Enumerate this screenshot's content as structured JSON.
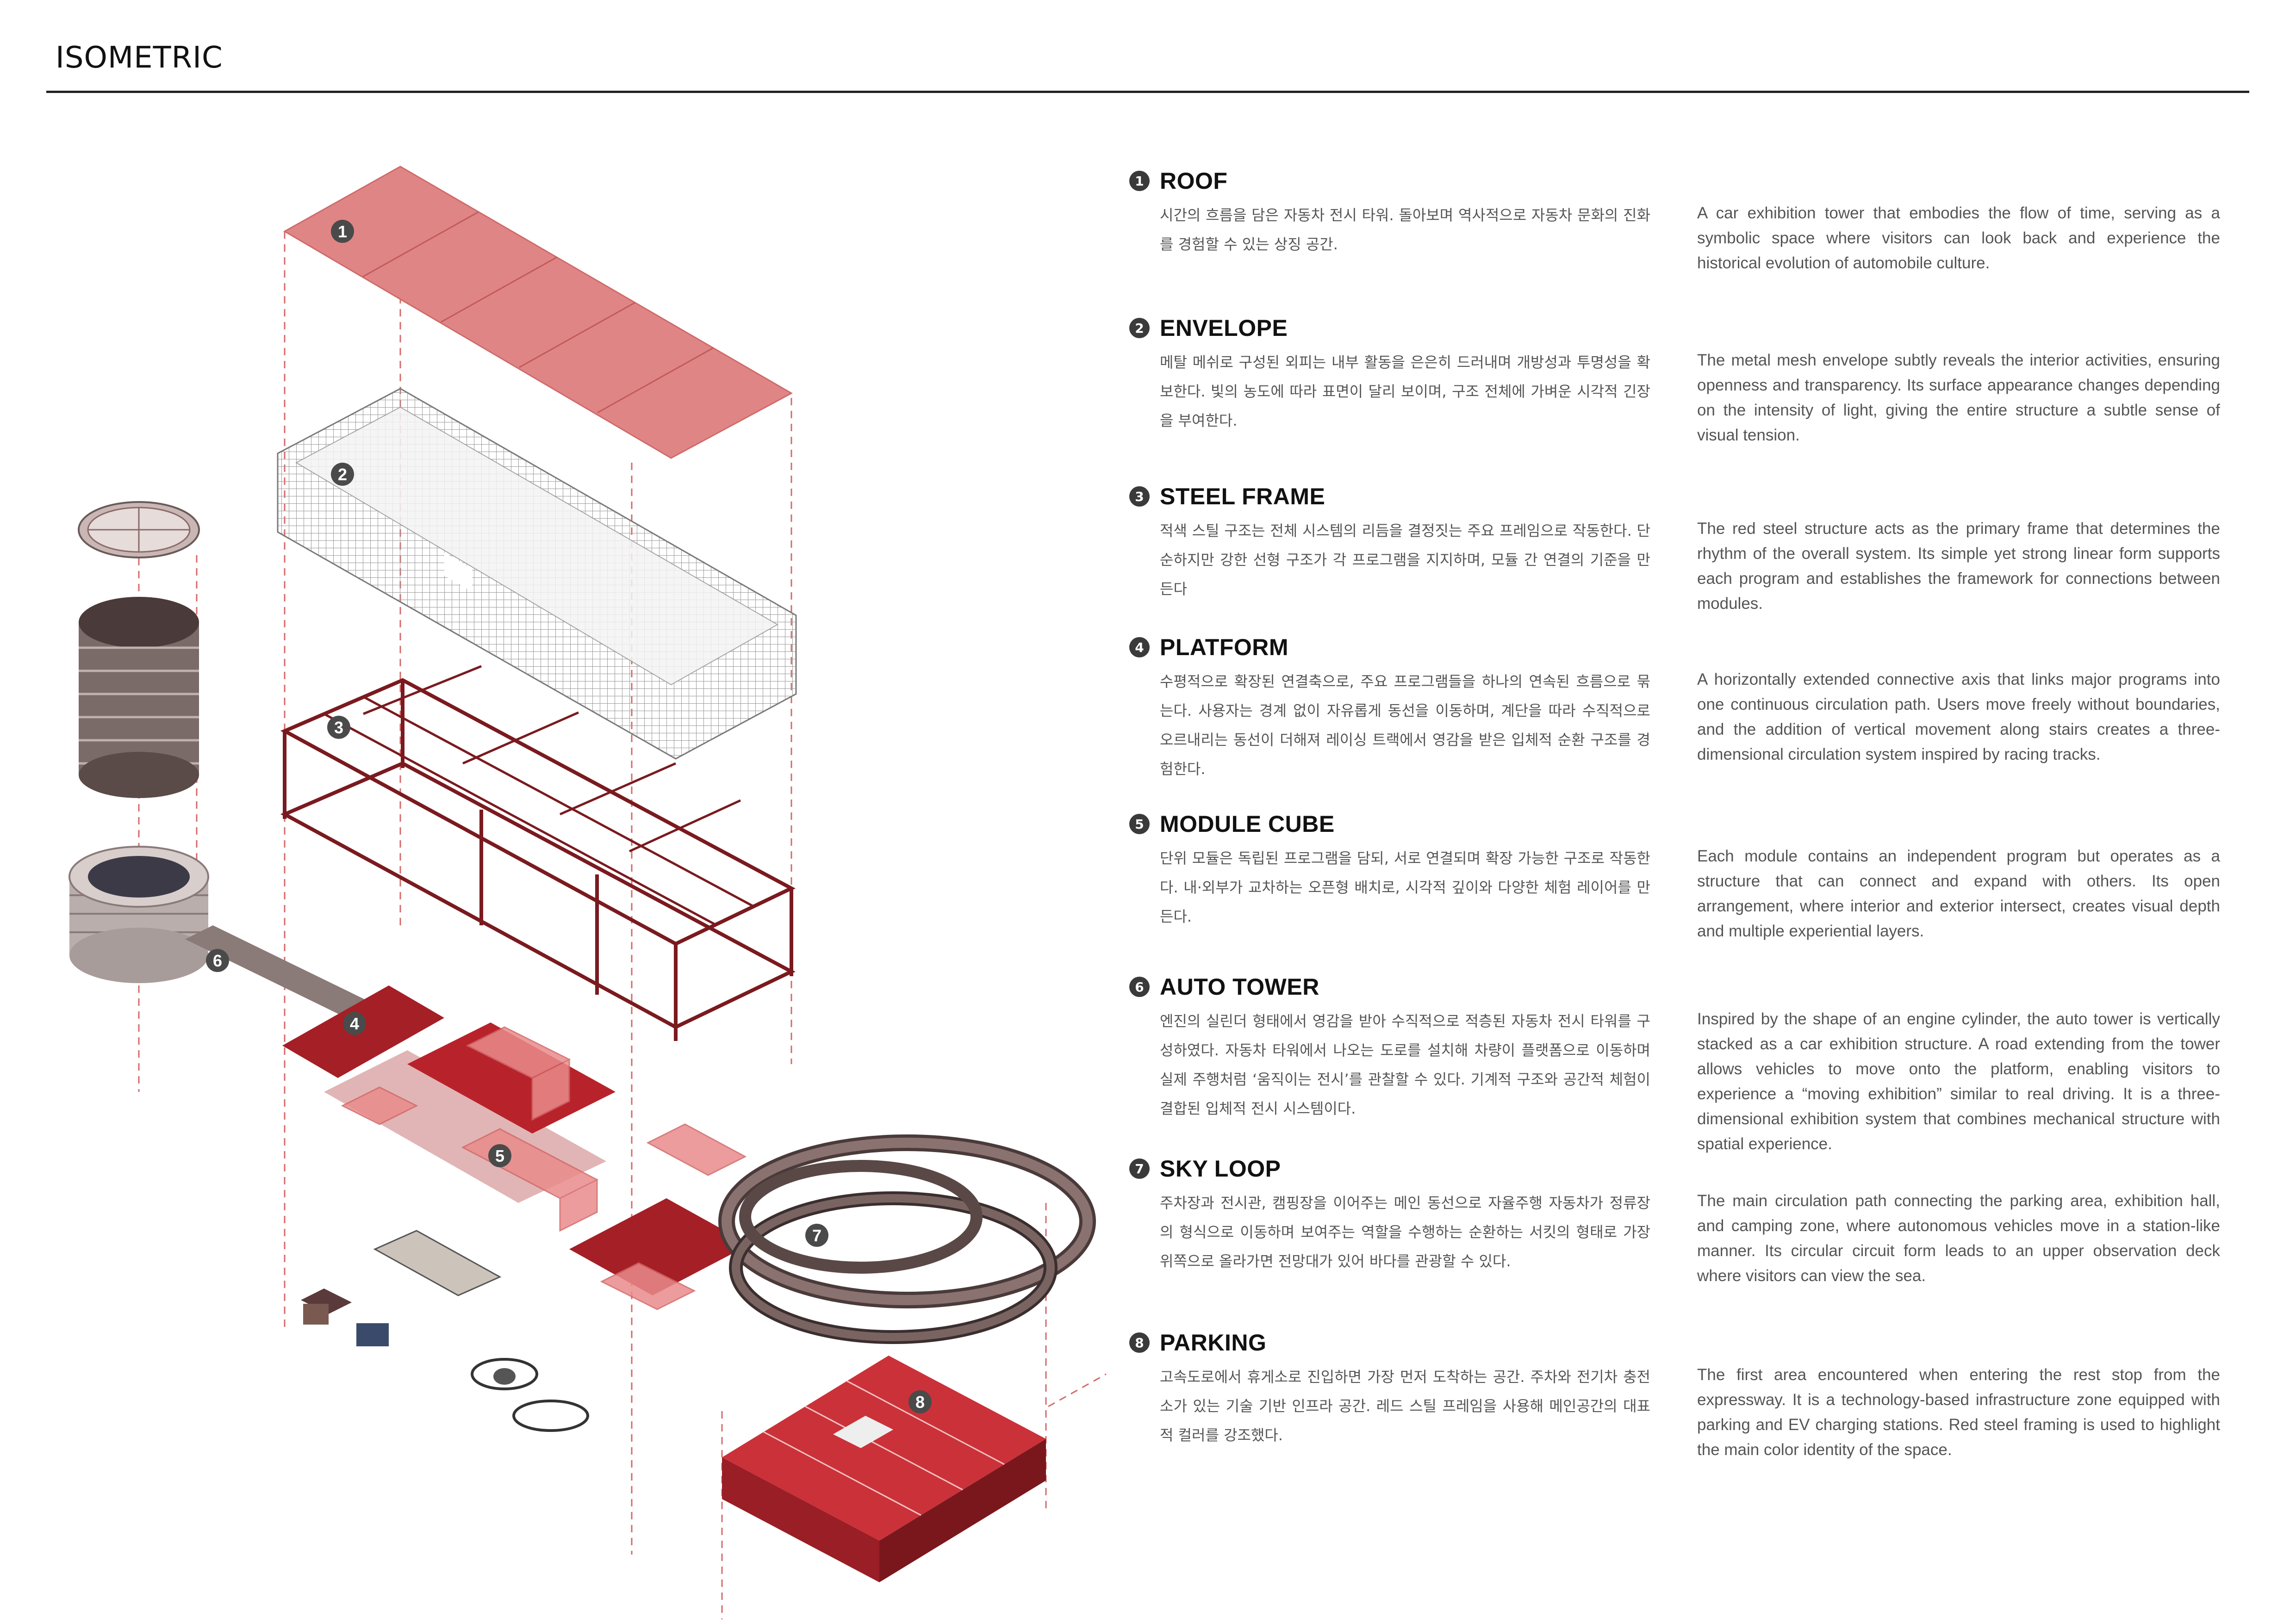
{
  "page": {
    "title": "ISOMETRIC"
  },
  "diagram": {
    "markers": [
      "1",
      "2",
      "3",
      "4",
      "5",
      "6",
      "7",
      "8"
    ],
    "colors": {
      "accent": "#c8262e",
      "roof": "#e08585",
      "frame": "#7a1a1f",
      "loop": "#6e5a58",
      "marker": "#4a4a4a"
    }
  },
  "sections": [
    {
      "num": "1",
      "title": "ROOF",
      "ko": "시간의 흐름을 담은 자동차 전시 타워. 돌아보며 역사적으로 자동차 문화의 진화를 경험할 수 있는 상징 공간.",
      "en": "A car exhibition tower that embodies the flow of time, serving as a symbolic space where visitors can look back and experience the historical evolution of automobile culture."
    },
    {
      "num": "2",
      "title": "ENVELOPE",
      "ko": "메탈 메쉬로 구성된 외피는 내부 활동을 은은히 드러내며 개방성과 투명성을 확보한다. 빛의 농도에 따라 표면이 달리 보이며, 구조 전체에 가벼운 시각적 긴장을 부여한다.",
      "en": "The metal mesh envelope subtly reveals the interior activities, ensuring openness and transparency. Its surface appearance changes depending on the intensity of light, giving the entire structure a subtle sense of visual tension."
    },
    {
      "num": "3",
      "title": "STEEL FRAME",
      "ko": "적색 스틸 구조는 전체 시스템의 리듬을 결정짓는 주요 프레임으로 작동한다. 단순하지만 강한 선형 구조가 각 프로그램을 지지하며, 모듈 간 연결의 기준을 만든다",
      "en": "The red steel structure acts as the primary frame that determines the rhythm of the overall system. Its simple yet strong linear form supports each program and establishes the framework for connections between modules."
    },
    {
      "num": "4",
      "title": "PLATFORM",
      "ko": "수평적으로 확장된 연결축으로, 주요 프로그램들을 하나의 연속된 흐름으로 묶는다. 사용자는 경계 없이 자유롭게 동선을 이동하며, 계단을 따라 수직적으로 오르내리는 동선이 더해져 레이싱 트랙에서 영감을 받은 입체적 순환 구조를 경험한다.",
      "en": "A horizontally extended connective axis that links major programs into one continuous circulation path. Users move freely without boundaries, and the addition of vertical movement along stairs creates a three-dimensional circulation system inspired by racing tracks."
    },
    {
      "num": "5",
      "title": "MODULE CUBE",
      "ko": "단위 모듈은 독립된 프로그램을 담되, 서로 연결되며 확장 가능한 구조로 작동한다. 내·외부가 교차하는 오픈형 배치로, 시각적 깊이와 다양한 체험 레이어를 만든다.",
      "en": "Each module contains an independent program but operates as a structure that can connect and expand with others. Its open arrangement, where interior and exterior intersect, creates visual depth and multiple experiential layers."
    },
    {
      "num": "6",
      "title": "AUTO TOWER",
      "ko": "엔진의 실린더 형태에서 영감을 받아 수직적으로 적층된 자동차 전시 타워를 구성하였다. 자동차 타워에서 나오는 도로를 설치해 차량이 플랫폼으로 이동하며 실제 주행처럼 ‘움직이는 전시’를 관찰할 수 있다. 기계적 구조와 공간적 체험이 결합된 입체적 전시 시스템이다.",
      "en": "Inspired by the shape of an engine cylinder, the auto tower is vertically stacked as a car exhibition structure. A road extending from the tower allows vehicles to move onto the platform, enabling visitors to experience a “moving exhibition” similar to real driving. It is a three-dimensional exhibition system that combines mechanical structure with spatial experience."
    },
    {
      "num": "7",
      "title": "SKY LOOP",
      "ko": "주차장과 전시관, 캠핑장을 이어주는 메인 동선으로 자율주행 자동차가 정류장의 형식으로 이동하며 보여주는 역할을 수행하는 순환하는 서킷의 형태로 가장 위쪽으로 올라가면 전망대가 있어 바다를 관광할 수 있다.",
      "en": "The main circulation path connecting the parking area, exhibition hall, and camping zone, where autonomous vehicles move in a station-like manner. Its circular circuit form leads to an upper observation deck where visitors can view the sea."
    },
    {
      "num": "8",
      "title": "PARKING",
      "ko": "고속도로에서 휴게소로 진입하면 가장 먼저 도착하는 공간. 주차와 전기차 충전소가 있는 기술 기반 인프라 공간. 레드 스틸 프레임을 사용해 메인공간의 대표적 컬러를 강조했다.",
      "en": "The first area encountered when entering the rest stop from the expressway. It is a technology-based infrastructure zone equipped with parking and EV charging stations. Red steel framing is used to highlight the main color identity of the space."
    }
  ]
}
